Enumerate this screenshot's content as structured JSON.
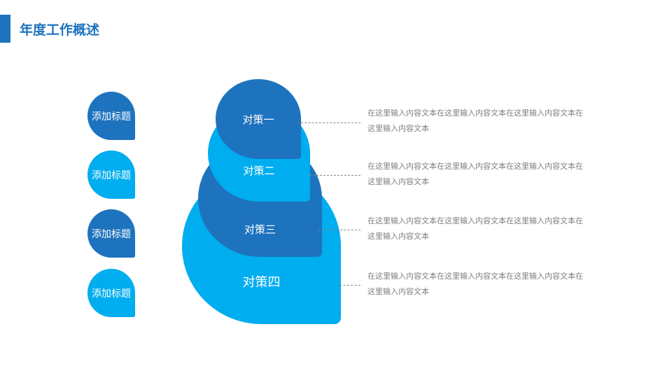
{
  "header": {
    "title": "年度工作概述"
  },
  "side_items": [
    "添加标题",
    "添加标题",
    "添加标题",
    "添加标题"
  ],
  "strategies": [
    "对策一",
    "对策二",
    "对策三",
    "对策四"
  ],
  "descriptions": [
    "在这里输入内容文本在这里输入内容文本在这里输入内容文本在这里输入内容文本",
    "在这里输入内容文本在这里输入内容文本在这里输入内容文本在这里输入内容文本",
    "在这里输入内容文本在这里输入内容文本在这里输入内容文本在这里输入内容文本",
    "在这里输入内容文本在这里输入内容文本在这里输入内容文本在这里输入内容文本"
  ],
  "colors": {
    "dark": "#1e73be",
    "light": "#00adef"
  }
}
